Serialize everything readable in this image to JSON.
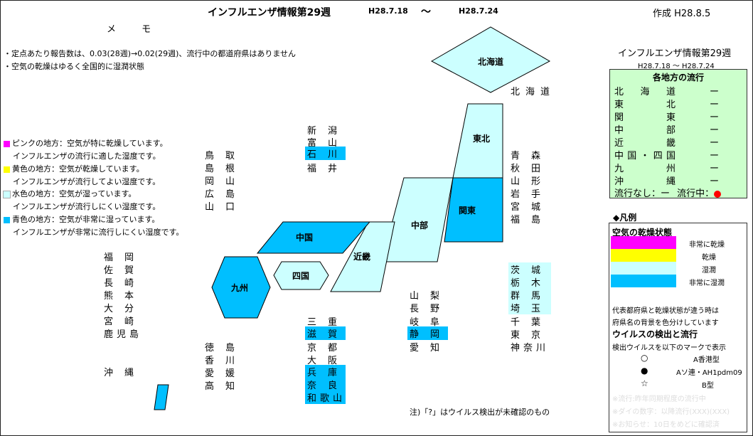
{
  "header": {
    "title": "インフルエンザ情報第29週",
    "date_from": "H28.7.18",
    "tilde": "～",
    "date_to": "H28.7.24",
    "created": "作成 H28.8.5"
  },
  "memo": {
    "heading": "メ モ",
    "notes": [
      "・定点あたり報告数は、0.03(28週)→0.02(29週)、流行中の都道府県はありません",
      "・空気の乾燥はゆるく全国的に湿潤状態"
    ]
  },
  "left_legend": {
    "items": [
      {
        "label": "ピンクの地方：空気が特に乾燥しています。",
        "sub": "インフルエンザの流行に適した湿度です。",
        "color": "#ff00ff"
      },
      {
        "label": "黄色の地方：空気が乾燥しています。",
        "sub": "インフルエンザが流行してよい湿度です。",
        "color": "#ffff00"
      },
      {
        "label": "水色の地方：空気が湿っています。",
        "sub": "インフルエンザが流行しにくい湿度です。",
        "color": "#ccffff"
      },
      {
        "label": "青色の地方：空気が非常に湿っています。",
        "sub": "インフルエンザが非常に流行しにくい湿度です。",
        "color": "#00bfff"
      }
    ]
  },
  "regions": {
    "hokkaido": "北海道",
    "tohoku": "東北",
    "kanto": "関東",
    "chubu": "中部",
    "kinki": "近畿",
    "chugoku": "中国",
    "shikoku": "四国",
    "kyushu": "九州"
  },
  "region_colors": {
    "hokkaido": "#ccffff",
    "tohoku": "#ccffff",
    "kanto": "#00bfff",
    "chubu": "#ccffff",
    "kinki": "#ccffff",
    "chugoku": "#00bfff",
    "shikoku": "#ccffff",
    "kyushu": "#00bfff",
    "okinawa": "#00bfff"
  },
  "prefectures": {
    "hokkaido": "北海道",
    "niigata_group": [
      "新潟",
      "富山",
      "石川",
      "福井"
    ],
    "chugoku_group": [
      "鳥取",
      "島根",
      "岡山",
      "広島",
      "山口"
    ],
    "tohoku_group": [
      "青森",
      "秋田",
      "山形",
      "岩手",
      "宮城",
      "福島"
    ],
    "kanto_group": [
      "茨城",
      "栃木",
      "群馬",
      "埼玉",
      "千葉",
      "東京",
      "神奈川"
    ],
    "kyushu_group": [
      "福岡",
      "佐賀",
      "長崎",
      "熊本",
      "大分",
      "宮崎",
      "鹿児島"
    ],
    "okinawa": "沖縄",
    "shikoku_group": [
      "徳島",
      "香川",
      "愛媛",
      "高知"
    ],
    "kinki_group": [
      "三重",
      "滋賀",
      "京都",
      "大阪",
      "兵庫",
      "奈良",
      "和歌山"
    ],
    "chubu_group": [
      "山梨",
      "長野",
      "岐阜",
      "静岡",
      "愛知"
    ]
  },
  "footnote": "注)「?」はウイルス検出が未確認のもの",
  "right_panel": {
    "title": "インフルエンザ情報第29週",
    "date": "H28.7.18 ～ H28.7.24",
    "flow_heading": "各地方の流行",
    "flow_rows": [
      {
        "name": "北海道",
        "value": "ー"
      },
      {
        "name": "東北",
        "value": "ー"
      },
      {
        "name": "関東",
        "value": "ー"
      },
      {
        "name": "中部",
        "value": "ー"
      },
      {
        "name": "近畿",
        "value": "ー"
      },
      {
        "name": "中国・四国",
        "value": "ー"
      },
      {
        "name": "九州",
        "value": "ー"
      },
      {
        "name": "沖縄",
        "value": "ー"
      }
    ],
    "flow_legend_none": "流行なし：ー",
    "flow_legend_active": "流行中："
  },
  "legend": {
    "title": "◆凡例",
    "dryness_heading": "空気の乾燥状態",
    "levels": [
      {
        "label": "非常に乾燥",
        "color": "#ff00ff"
      },
      {
        "label": "乾燥",
        "color": "#ffff00"
      },
      {
        "label": "湿潤",
        "color": "#ccffff"
      },
      {
        "label": "非常に湿潤",
        "color": "#00bfff"
      }
    ],
    "note_line1": "代表都府県と乾燥状態が違う時は",
    "note_line2": "府県名の背景を色分けしています",
    "virus_heading": "ウイルスの検出と流行",
    "virus_intro": "検出ウイルスを以下のマークで表示",
    "marks": [
      {
        "symbol": "○",
        "label": "A香港型"
      },
      {
        "symbol": "●",
        "label": "Aソ連・AH1pdm09"
      },
      {
        "symbol": "☆",
        "label": "B型"
      }
    ],
    "faded_lines": [
      "※流行:昨年同期程度の流行中",
      "※ダイの数字：以降流行(XXX)(XXX)",
      "※お知らせ：10日をめどに確認済"
    ]
  }
}
